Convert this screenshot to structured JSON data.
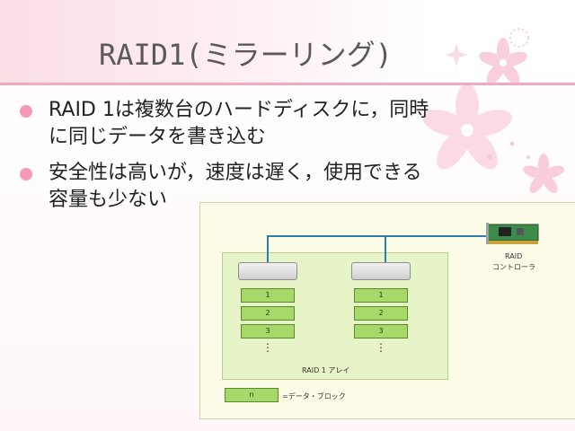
{
  "slide": {
    "title": "RAID1(ミラーリング)",
    "bullets": [
      {
        "line1": "RAID 1は複数台のハードディスクに，同時",
        "line2": "に同じデータを書き込む"
      },
      {
        "line1": "安全性は高いが，速度は遅く，使用できる",
        "line2": "容量も少ない"
      }
    ]
  },
  "diagram": {
    "controller_label_1": "RAID",
    "controller_label_2": "コントローラ",
    "array_label": "RAID 1 アレイ",
    "legend_block": "n",
    "legend_text": "=データ・ブロック",
    "disks": [
      {
        "blocks": [
          "1",
          "2",
          "3"
        ],
        "dots": "⋮"
      },
      {
        "blocks": [
          "1",
          "2",
          "3"
        ],
        "dots": "⋮"
      }
    ]
  },
  "colors": {
    "title_band": "#fbdfe6",
    "bullet_dot": "#f59ab4",
    "wire": "#2f7da9",
    "block_fill": "#a6d86a",
    "array_fill": "#e6f4c8",
    "diagram_bg": "#fbfbe7"
  }
}
